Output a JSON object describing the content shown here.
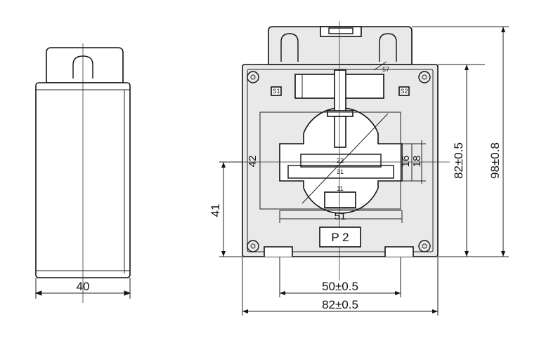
{
  "side_view": {
    "width_dim": "40"
  },
  "front_view": {
    "terminal_label": "P 2",
    "dims": {
      "window_height": "42",
      "window_width": "51",
      "bar_slot_width": "31",
      "bar_slot_mid": "22",
      "bolt_width": "11",
      "slot_inner": "16",
      "slot_outer": "18",
      "mount_height": "41",
      "body_height": "82±0.5",
      "total_height": "98±0.8",
      "hole_spacing": "50±0.5",
      "body_width": "82±0.5",
      "diag": "57",
      "s1": "S1",
      "s2": "S2"
    }
  }
}
